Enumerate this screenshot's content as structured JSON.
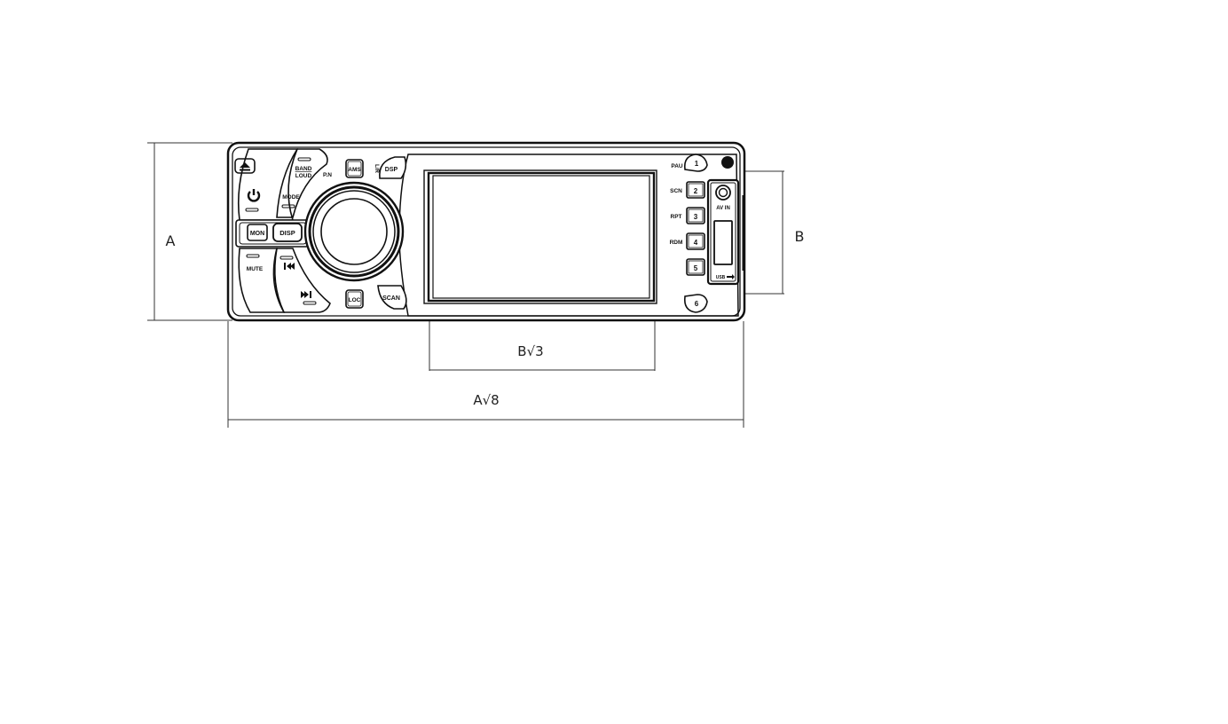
{
  "dimensions": {
    "height_front": "A",
    "height_screen": "B",
    "width_screen": "B√3",
    "width_overall": "A√8"
  },
  "left_controls": {
    "mute": "MUTE",
    "mon": "MON",
    "disp": "DISP",
    "band": "BAND",
    "loud": "LOUD",
    "mode": "MODE",
    "pn": "P.N"
  },
  "center_controls": {
    "ams": "AMS",
    "lr": "L/R",
    "dsp": "DSP",
    "loc": "LOC",
    "scan": "SCAN"
  },
  "right_controls": {
    "pau": "PAU",
    "scn": "SCN",
    "rpt": "RPT",
    "rdm": "RDM",
    "presets": [
      "1",
      "2",
      "3",
      "4",
      "5",
      "6"
    ],
    "av_in": "AV IN",
    "usb": "USB"
  },
  "icons": [
    "eject-icon",
    "power-icon",
    "prev-track-icon",
    "next-track-icon"
  ]
}
